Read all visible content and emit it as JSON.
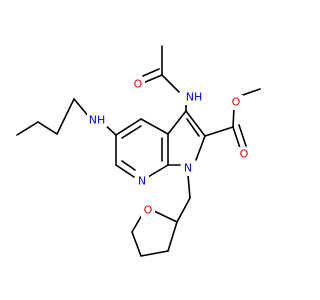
{
  "molecule": {
    "atoms": {
      "nh_left": "NH",
      "nh_top": "NH",
      "o_amide": "O",
      "o_ester_carbonyl": "O",
      "o_ester_ether": "O",
      "n_pyridine": "N",
      "n_pyrrole": "N",
      "o_thf": "O"
    },
    "colors": {
      "nitrogen": "#0000ff",
      "oxygen": "#ff0000",
      "bond": "#000000",
      "background": "#ffffff"
    }
  }
}
